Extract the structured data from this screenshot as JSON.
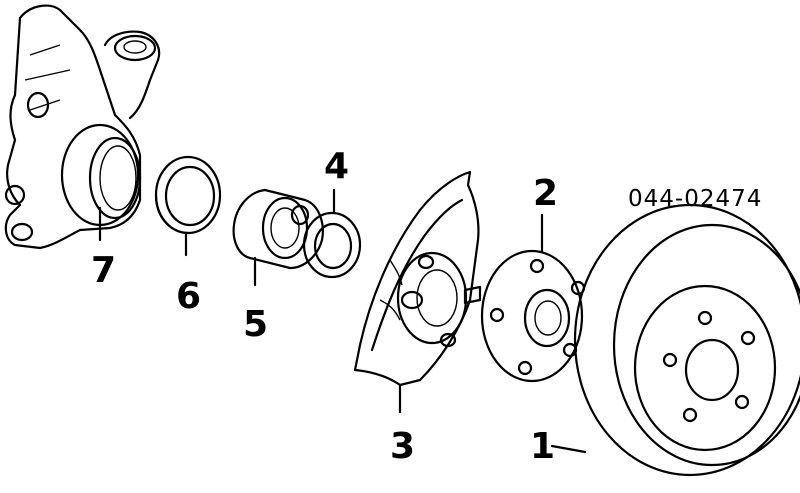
{
  "part_number": "044-02474",
  "callouts": {
    "c1": "1",
    "c2": "2",
    "c3": "3",
    "c4": "4",
    "c5": "5",
    "c6": "6",
    "c7": "7"
  }
}
